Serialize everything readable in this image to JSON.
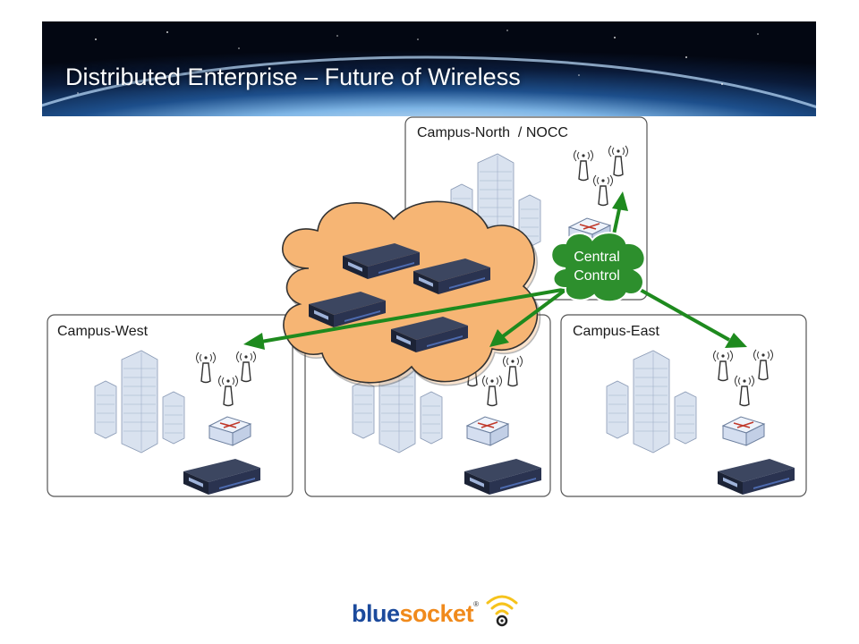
{
  "slide": {
    "title": "Distributed Enterprise – Future of Wireless"
  },
  "sites": {
    "north": {
      "label": "Campus-North  / NOCC"
    },
    "west": {
      "label": "Campus-West"
    },
    "east": {
      "label": "Campus-East"
    }
  },
  "control": {
    "line1": "Central",
    "line2": "Control"
  },
  "logo": {
    "part1": "blue",
    "part2": "socket",
    "reg": "®"
  },
  "colors": {
    "arrow": "#1e8a1e",
    "cloud_fill": "#f6b574",
    "cloud_stroke": "#333333",
    "control_fill": "#2d8f2d",
    "panel_border": "#555555"
  },
  "icons": [
    "globe-banner",
    "building-icon",
    "access-point-icon",
    "switch-icon",
    "controller-appliance-icon",
    "cloud-shape",
    "wifi-logo-mark"
  ]
}
